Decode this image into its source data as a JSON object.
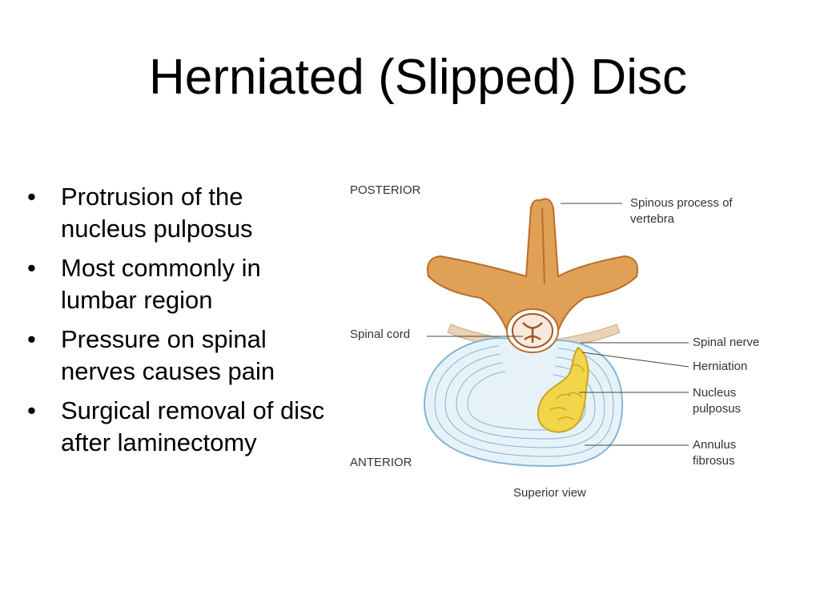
{
  "slide": {
    "title": "Herniated (Slipped) Disc",
    "bullet_glyph": "•",
    "bullets": [
      "Protrusion of the nucleus pulposus",
      "Most commonly in lumbar region",
      "Pressure on spinal nerves causes pain",
      "Surgical removal of disc after laminectomy"
    ]
  },
  "diagram": {
    "orientation_top": "POSTERIOR",
    "orientation_bottom": "ANTERIOR",
    "labels": {
      "spinous_process": "Spinous process of vertebra",
      "spinal_cord": "Spinal cord",
      "spinal_nerve": "Spinal nerve",
      "herniation": "Herniation",
      "nucleus_pulposus": "Nucleus pulposus",
      "annulus_fibrosus": "Annulus fibrosus"
    },
    "caption": "Superior view",
    "colors": {
      "bone": "#e0a055",
      "bone_shade": "#b86e2a",
      "annulus": "#e7f2f8",
      "annulus_lines": "#7fb6d6",
      "nucleus": "#f2d64a",
      "nucleus_edge": "#c9a526",
      "nerve": "#ecd2b4",
      "cord": "#f6eadc",
      "cord_center": "#a3542a"
    }
  }
}
